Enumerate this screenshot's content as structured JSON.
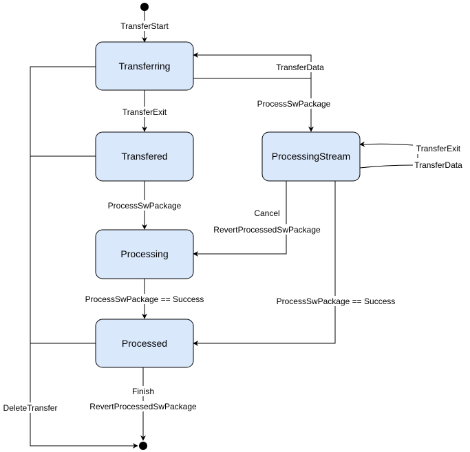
{
  "states": {
    "transferring": "Transferring",
    "transfered": "Transfered",
    "processing_stream": "ProcessingStream",
    "processing": "Processing",
    "processed": "Processed"
  },
  "transitions": {
    "transfer_start": "TransferStart",
    "transfer_data": "TransferData",
    "transfer_exit": "TransferExit",
    "process_sw_package_stream": "ProcessSwPackage",
    "stream_transfer_exit": "TransferExit",
    "stream_transfer_data": "TransferData",
    "process_sw_package": "ProcessSwPackage",
    "cancel": "Cancel",
    "revert_processed_sw_package_stream": "RevertProcessedSwPackage",
    "process_success": "ProcessSwPackage == Success",
    "stream_success": "ProcessSwPackage == Success",
    "finish": "Finish",
    "revert_processed_sw_package_final": "RevertProcessedSwPackage",
    "delete_transfer": "DeleteTransfer"
  }
}
